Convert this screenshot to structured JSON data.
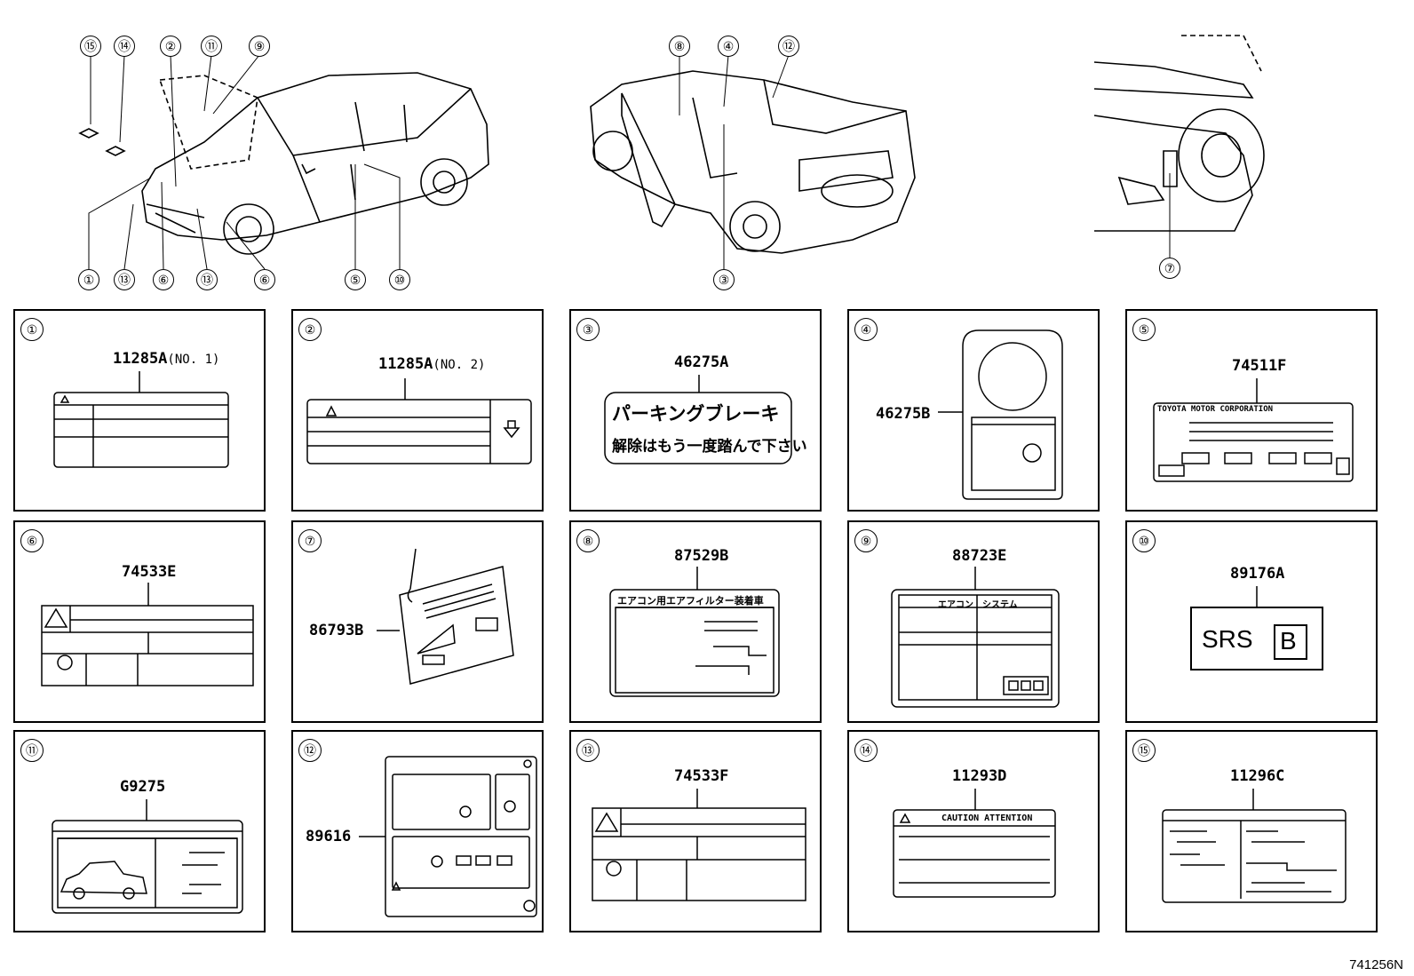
{
  "diagram_ref": "741256N",
  "top_callouts": {
    "c15": "⑮",
    "c14": "⑭",
    "c2": "②",
    "c11": "⑪",
    "c9": "⑨",
    "c1": "①",
    "c13a": "⑬",
    "c6a": "⑥",
    "c13b": "⑬",
    "c6b": "⑥",
    "c5": "⑤",
    "c10": "⑩",
    "c8": "⑧",
    "c4": "④",
    "c12": "⑫",
    "c3": "③",
    "c7": "⑦"
  },
  "panels": [
    {
      "num": "①",
      "part": "11285A",
      "suffix": "(NO. 1)"
    },
    {
      "num": "②",
      "part": "11285A",
      "suffix": "(NO. 2)"
    },
    {
      "num": "③",
      "part": "46275A",
      "text1": "パーキングブレーキ",
      "text2": "解除はもう一度踏んで下さい"
    },
    {
      "num": "④",
      "part": "46275B"
    },
    {
      "num": "⑤",
      "part": "74511F",
      "maker": "TOYOTA MOTOR CORPORATION"
    },
    {
      "num": "⑥",
      "part": "74533E"
    },
    {
      "num": "⑦",
      "part": "86793B"
    },
    {
      "num": "⑧",
      "part": "87529B",
      "header": "エアコン用エアフィルター装着車"
    },
    {
      "num": "⑨",
      "part": "88723E",
      "col1": "エアコン",
      "col2": "システム"
    },
    {
      "num": "⑩",
      "part": "89176A",
      "srs": "SRS",
      "box": "B"
    },
    {
      "num": "⑪",
      "part": "G9275"
    },
    {
      "num": "⑫",
      "part": "89616"
    },
    {
      "num": "⑬",
      "part": "74533F"
    },
    {
      "num": "⑭",
      "part": "11293D",
      "header": "CAUTION ATTENTION"
    },
    {
      "num": "⑮",
      "part": "11296C"
    }
  ]
}
